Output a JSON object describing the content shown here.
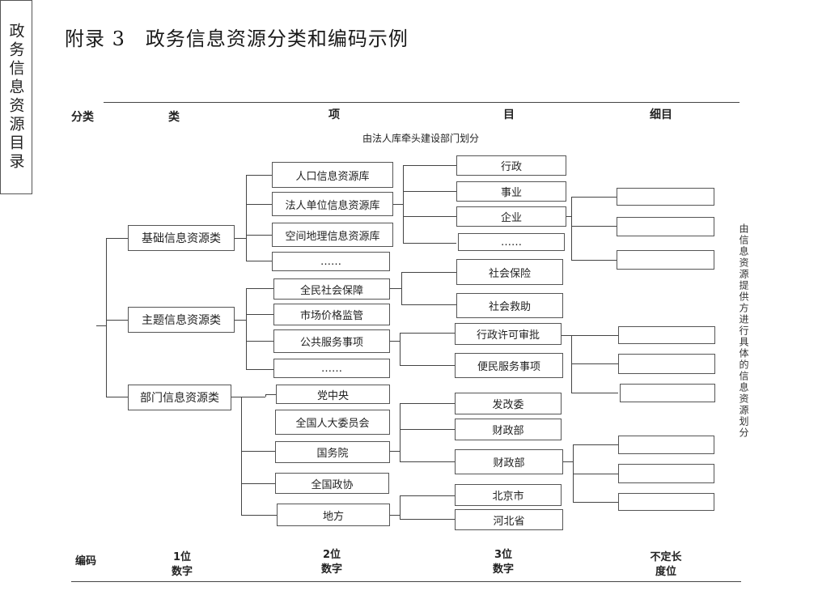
{
  "title": "附录 3　政务信息资源分类和编码示例",
  "header": {
    "classification": "分类",
    "level1": "类",
    "level2": "项",
    "level3": "目",
    "level4": "细目"
  },
  "sub_note": "由法人库牵头建设部门划分",
  "root": "政务信息资源目录",
  "categories": [
    "基础信息资源类",
    "主题信息资源类",
    "部门信息资源类"
  ],
  "items_basic": [
    "人口信息资源库",
    "法人单位信息资源库",
    "空间地理信息资源库",
    "……"
  ],
  "items_theme": [
    "全民社会保障",
    "市场价格监管",
    "公共服务事项",
    "……"
  ],
  "items_dept": [
    "党中央",
    "全国人大委员会",
    "国务院",
    "全国政协",
    "地方"
  ],
  "targets_legal": [
    "行政",
    "事业",
    "企业",
    "……"
  ],
  "targets_social": [
    "社会保险",
    "社会救助"
  ],
  "targets_public": [
    "行政许可审批",
    "便民服务事项"
  ],
  "targets_state": [
    "发改委",
    "财政部",
    "财政部"
  ],
  "targets_local": [
    "北京市",
    "河北省"
  ],
  "right_note": "由信息资源提供方进行具体的信息资源划分",
  "footer": {
    "label": "编码",
    "c1_line1": "1位",
    "c1_line2": "数字",
    "c2_line1": "2位",
    "c2_line2": "数字",
    "c3_line1": "3位",
    "c3_line2": "数字",
    "c4_line1": "不定长",
    "c4_line2": "度位"
  }
}
